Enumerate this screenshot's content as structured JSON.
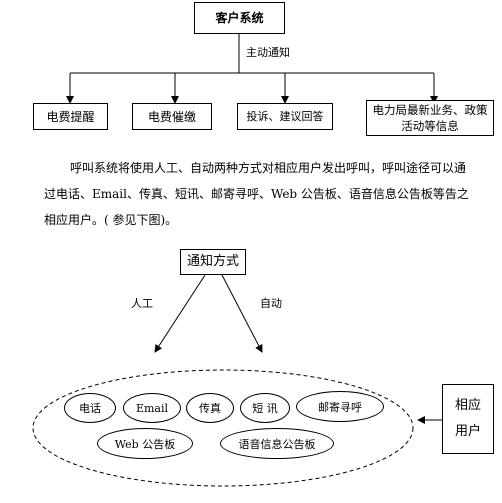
{
  "top": {
    "root_label": "客户系统",
    "edge_label": "主动通知",
    "children": [
      "电费提醒",
      "电费催缴",
      "投诉、建议回答",
      "电力局最新业务、政策活动等信息"
    ]
  },
  "paragraph": {
    "line1": "呼叫系统将使用人工、自动两种方式对相应用户发出呼叫，呼叫途径可以通",
    "line2": "过电话、Email、传真、短讯、邮寄寻呼、Web 公告板、语音信息公告板等告之",
    "line3": "相应用户。( 参见下图)。"
  },
  "bottom": {
    "notify_label": "通知方式",
    "manual_label": "人工",
    "auto_label": "自动",
    "channels": [
      "电话",
      "Email",
      "传真",
      "短 讯",
      "邮寄寻呼",
      "Web 公告板",
      "语音信息公告板"
    ],
    "target_line1": "相应",
    "target_line2": "用户"
  }
}
